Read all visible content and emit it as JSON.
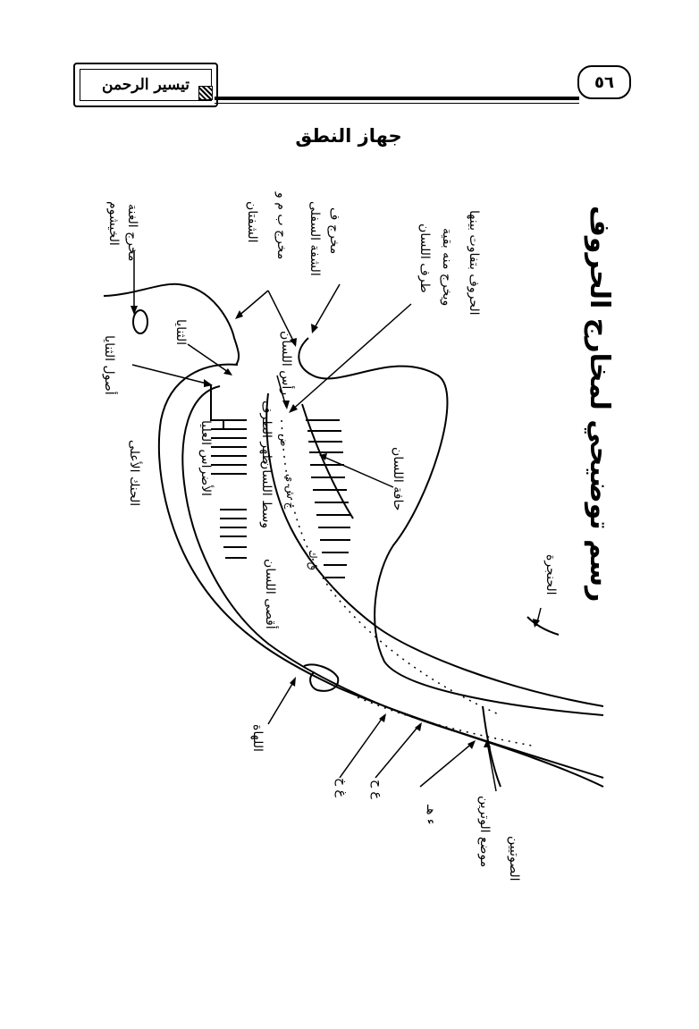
{
  "header": {
    "book_title": "تيسير الرحمن",
    "page_number": "٥٦"
  },
  "page_title": "جهاز النطق",
  "diagram": {
    "caption": "رسم توضيحي لمخارج الحروف",
    "labels": {
      "khayshum": "الخيشوم",
      "khayshum_note": "مخرج الغنة",
      "shafatan": "الشفتان",
      "shafatan_note": "مخرج ب م و",
      "lower_lip": "الشفة السفلى",
      "lower_lip_note": "مخرج ف",
      "tongue_tip": "طرف اللسان",
      "tongue_tip_note": "ويخرج منه بقية",
      "tongue_tip_note2": "الحروف بتفاوت بينها",
      "thanaya_roots": "أصول الثنايا",
      "thanaya": "الثنايا",
      "tongue_head": "رأس اللسان",
      "tongue_back_tip": "ظهر الطرف",
      "tongue_middle": "وسط اللسان",
      "upper_molars": "الأضراس العليا",
      "tongue_far": "أقصى اللسان",
      "upper_palate": "الحنك الأعلى",
      "tongue_edge": "حافة اللسان",
      "larynx": "الحنجرة",
      "uvula": "اللهاة",
      "letters_far_tongue": "ق ك",
      "letters_middle": "ج ش ي",
      "letters_edge": "ض",
      "letters_throat_1": "غ خ",
      "letters_throat_2": "ع ح",
      "letters_throat_3": "ء هـ",
      "vocal_cords": "موضع الوترين",
      "vocal_cords_2": "الصوتيين"
    }
  }
}
